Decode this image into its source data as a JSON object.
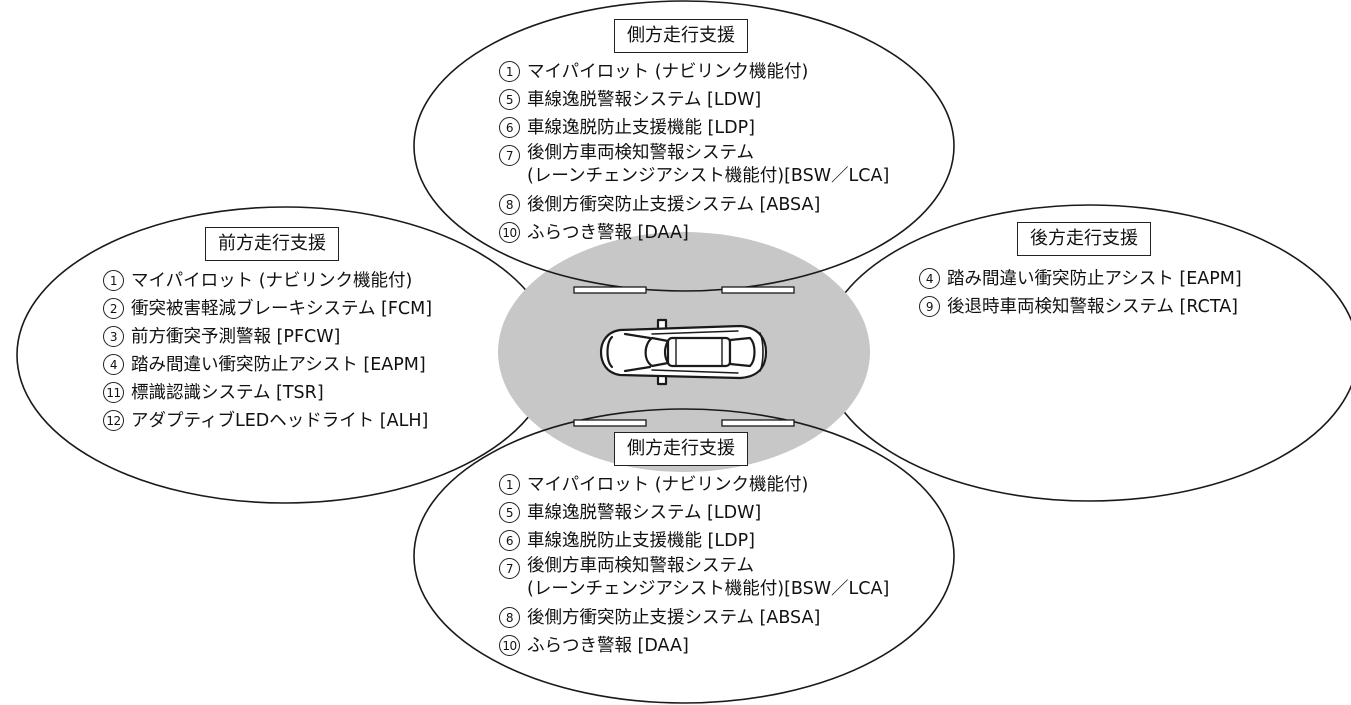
{
  "zones": {
    "side_top": {
      "title": "側方走行支援",
      "items": [
        {
          "num": "1",
          "label": "マイパイロット (ナビリンク機能付)"
        },
        {
          "num": "5",
          "label": "車線逸脱警報システム [LDW]"
        },
        {
          "num": "6",
          "label": "車線逸脱防止支援機能 [LDP]"
        },
        {
          "num": "7",
          "label": "後側方車両検知警報システム\n(レーンチェンジアシスト機能付)[BSW／LCA]"
        },
        {
          "num": "8",
          "label": "後側方衝突防止支援システム [ABSA]"
        },
        {
          "num": "10",
          "label": "ふらつき警報 [DAA]"
        }
      ]
    },
    "front": {
      "title": "前方走行支援",
      "items": [
        {
          "num": "1",
          "label": "マイパイロット (ナビリンク機能付)"
        },
        {
          "num": "2",
          "label": "衝突被害軽減ブレーキシステム [FCM]"
        },
        {
          "num": "3",
          "label": "前方衝突予測警報 [PFCW]"
        },
        {
          "num": "4",
          "label": "踏み間違い衝突防止アシスト [EAPM]"
        },
        {
          "num": "11",
          "label": "標識認識システム [TSR]"
        },
        {
          "num": "12",
          "label": "アダプティブLEDヘッドライト [ALH]"
        }
      ]
    },
    "rear": {
      "title": "後方走行支援",
      "items": [
        {
          "num": "4",
          "label": "踏み間違い衝突防止アシスト [EAPM]"
        },
        {
          "num": "9",
          "label": "後退時車両検知警報システム [RCTA]"
        }
      ]
    },
    "side_bottom": {
      "title": "側方走行支援",
      "items": [
        {
          "num": "1",
          "label": "マイパイロット (ナビリンク機能付)"
        },
        {
          "num": "5",
          "label": "車線逸脱警報システム [LDW]"
        },
        {
          "num": "6",
          "label": "車線逸脱防止支援機能 [LDP]"
        },
        {
          "num": "7",
          "label": "後側方車両検知警報システム\n(レーンチェンジアシスト機能付)[BSW／LCA]"
        },
        {
          "num": "8",
          "label": "後側方衝突防止支援システム [ABSA]"
        },
        {
          "num": "10",
          "label": "ふらつき警報 [DAA]"
        }
      ]
    }
  },
  "colors": {
    "ellipse_stroke": "#1a1a1a",
    "center_fill": "#c7c7c7",
    "car_stroke": "#1a1a1a"
  },
  "icons": {
    "car": "car-top-view-icon"
  }
}
